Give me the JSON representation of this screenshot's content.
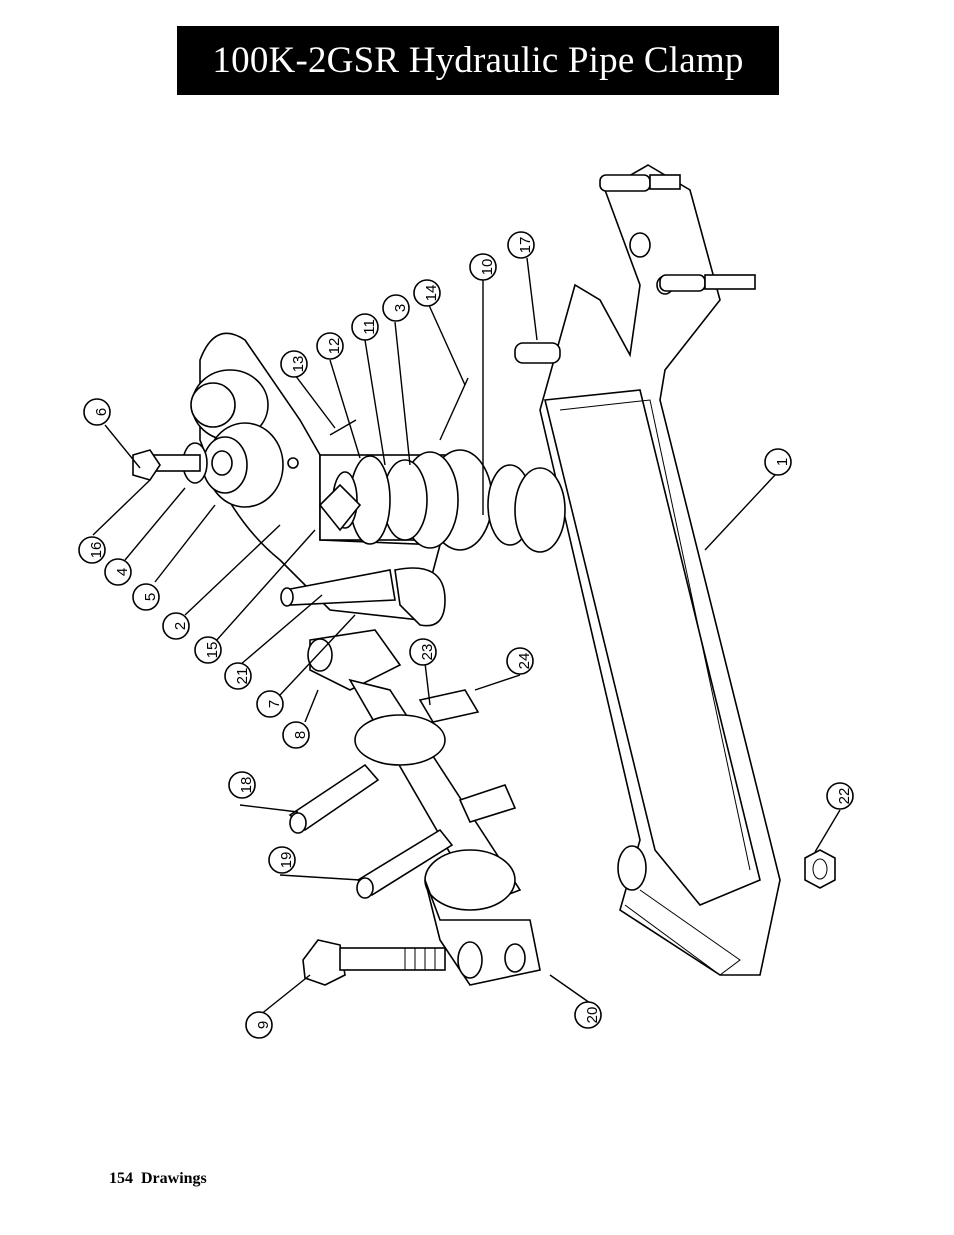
{
  "title": "100K-2GSR Hydraulic Pipe Clamp",
  "footer": {
    "page_number": "154",
    "section": "Drawings"
  },
  "callouts": [
    "1",
    "2",
    "3",
    "4",
    "5",
    "6",
    "7",
    "8",
    "9",
    "10",
    "11",
    "12",
    "13",
    "14",
    "15",
    "16",
    "17",
    "18",
    "19",
    "20",
    "21",
    "22",
    "23",
    "24"
  ]
}
